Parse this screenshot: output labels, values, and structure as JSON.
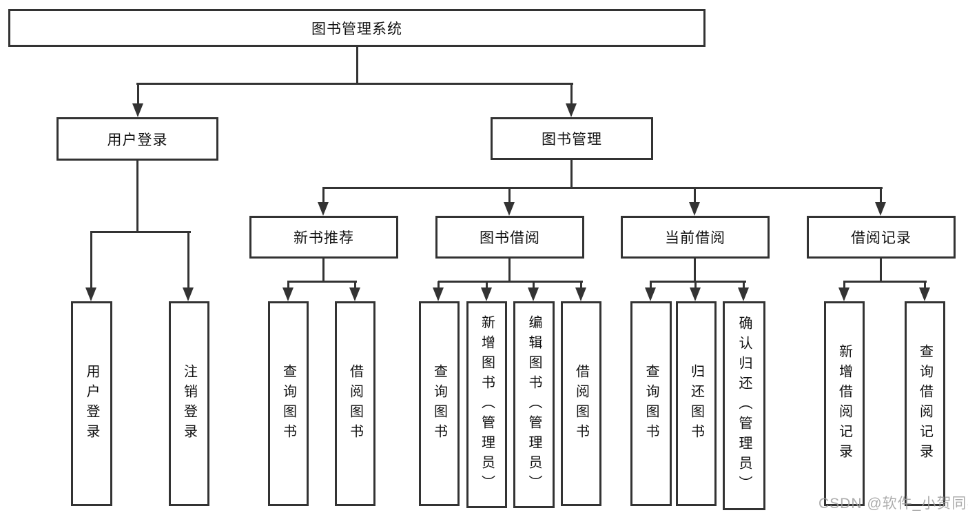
{
  "root": {
    "label": "图书管理系统"
  },
  "branches": [
    {
      "label": "用户登录",
      "children": [
        {
          "label": "用户登录"
        },
        {
          "label": "注销登录"
        }
      ]
    },
    {
      "label": "图书管理",
      "sections": [
        {
          "label": "新书推荐",
          "children": [
            {
              "label": "查询图书"
            },
            {
              "label": "借阅图书"
            }
          ]
        },
        {
          "label": "图书借阅",
          "children": [
            {
              "label": "查询图书"
            },
            {
              "label": "新增图书（管理员）"
            },
            {
              "label": "编辑图书（管理员）"
            },
            {
              "label": "借阅图书"
            }
          ]
        },
        {
          "label": "当前借阅",
          "children": [
            {
              "label": "查询图书"
            },
            {
              "label": "归还图书"
            },
            {
              "label": "确认归还（管理员）"
            }
          ]
        },
        {
          "label": "借阅记录",
          "children": [
            {
              "label": "新增借阅记录"
            },
            {
              "label": "查询借阅记录"
            }
          ]
        }
      ]
    }
  ],
  "watermark": "CSDN @软件_小贺同学",
  "colors": {
    "line": "#333333",
    "text": "#111111",
    "box_background": "#ffffff",
    "page_background": "#ffffff",
    "watermark": "#9e9e9e"
  }
}
